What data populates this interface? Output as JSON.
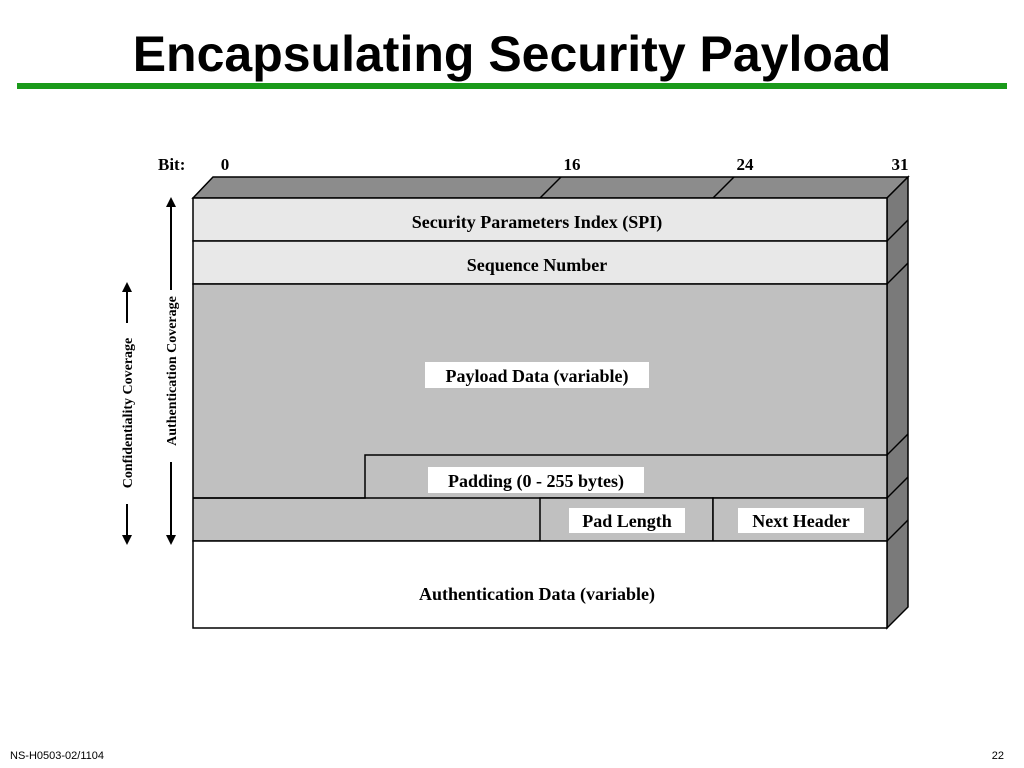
{
  "slide": {
    "title": "Encapsulating Security Payload",
    "footer_left": "NS-H0503-02/1104",
    "footer_right": "22"
  },
  "diagram": {
    "bit_label": "Bit:",
    "bit_ticks": [
      "0",
      "16",
      "24",
      "31"
    ],
    "fields": {
      "spi": "Security Parameters Index (SPI)",
      "sequence": "Sequence Number",
      "payload": "Payload Data (variable)",
      "padding": "Padding (0 - 255 bytes)",
      "pad_length": "Pad Length",
      "next_header": "Next Header",
      "auth_data": "Authentication Data (variable)"
    },
    "coverage": {
      "confidentiality": "Confidentiality Coverage",
      "authentication": "Authentication Coverage"
    },
    "colors": {
      "light_field": "#e8e8e8",
      "shaded_field": "#c0c0c0",
      "side_face": "#7a7a7a",
      "top_face": "#8c8c8c",
      "title_rule": "#1a9a1a"
    }
  }
}
